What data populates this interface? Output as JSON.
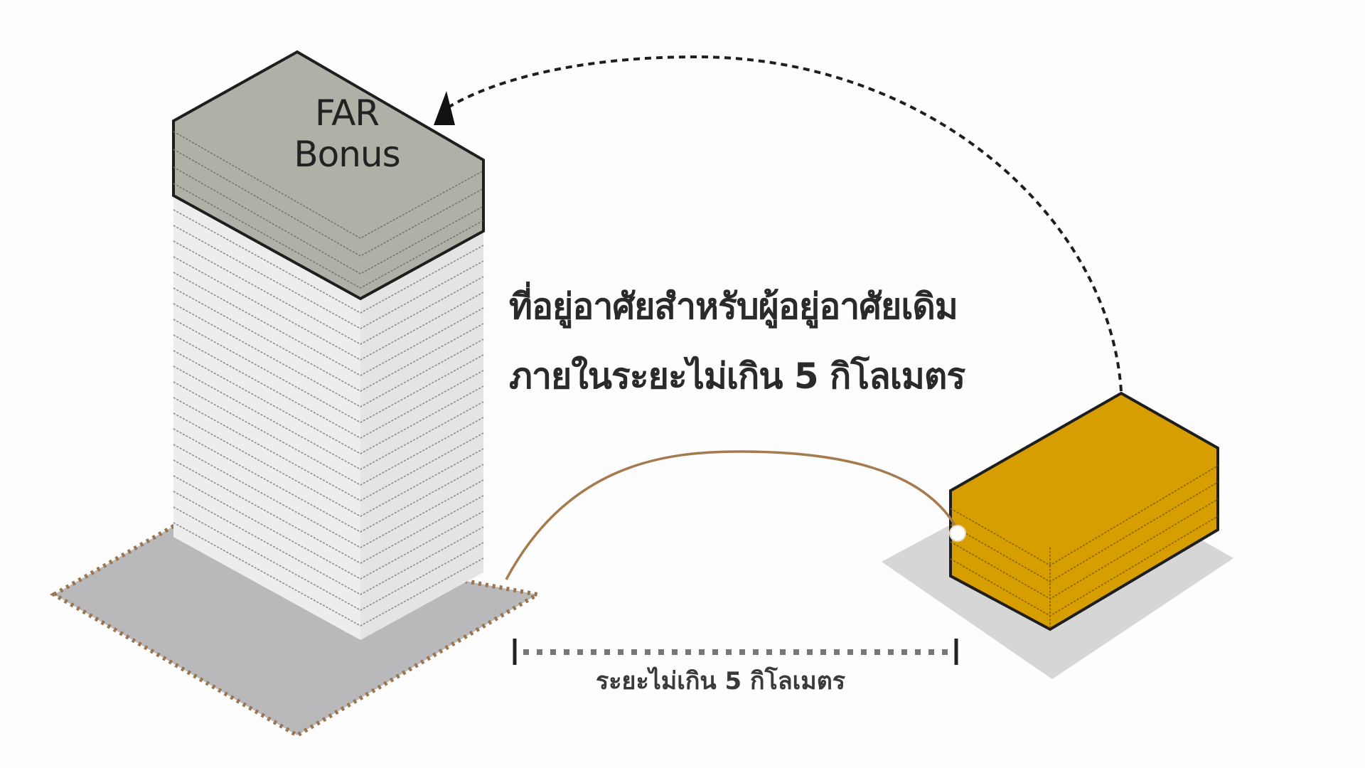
{
  "tower": {
    "far_label_line1": "FAR",
    "far_label_line2": "Bonus",
    "cap_color": "#AFB0A6",
    "body_color": "#E9E9E9",
    "floor_line_color": "#8C8C8C",
    "outline_color": "#1E1E1E",
    "site_color": "#B9B9BB",
    "site_border_color": "#9A7650"
  },
  "relocation_building": {
    "fill_color": "#D69E00",
    "shadow_color": "#D6D6D6",
    "floors": 5
  },
  "captions": {
    "main_line1": "ที่อยู่อาศัยสำหรับผู้อยู่อาศัยเดิม",
    "main_line2": "ภายในระยะไม่เกิน 5 กิโลเมตร",
    "distance_label": "ระยะไม่เกิน 5 กิโลเมตร"
  },
  "connectors": {
    "bonus_arrow": "dashed-arc-arrow",
    "link_curve_color": "#A57A4F",
    "dimension_line": "dashed-dimension-line"
  }
}
